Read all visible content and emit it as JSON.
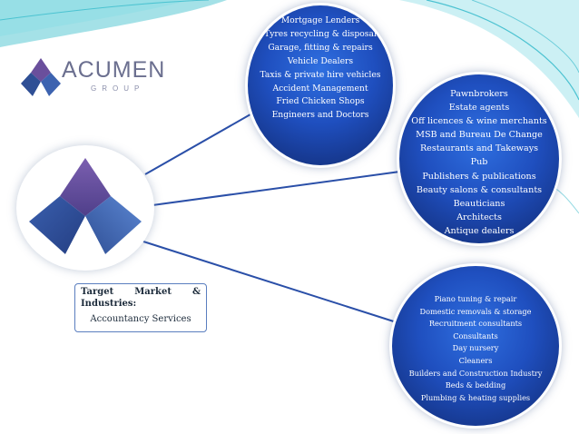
{
  "logo": {
    "name": "ACUMEN",
    "subtitle": "GROUP"
  },
  "colors": {
    "bubble": "#1f4fbf",
    "accent_teal": "#2bb6c8",
    "logo_blue": "#2f4f95",
    "logo_purple": "#6a4f9c",
    "connector": "#2a4fa8"
  },
  "bubbles": [
    {
      "items": [
        "Mortgage Lenders",
        "Tyres recycling & disposal",
        "Garage, fitting &  repairs",
        "Vehicle Dealers",
        "Taxis & private hire vehicles",
        "Accident Management",
        "Fried Chicken Shops",
        "Engineers and Doctors"
      ]
    },
    {
      "items": [
        "Pawnbrokers",
        "Estate agents",
        "Off licences & wine merchants",
        "MSB and Bureau De Change",
        "Restaurants and Takeways",
        "Pub",
        "Publishers & publications",
        "Beauty salons & consultants",
        "Beauticians",
        "Architects",
        "Antique dealers"
      ]
    },
    {
      "items": [
        "Piano tuning & repair",
        "Domestic removals & storage",
        "Recruitment consultants",
        "Consultants",
        "Day nursery",
        "Cleaners",
        "Builders and Construction Industry",
        "Beds & bedding",
        "Plumbing & heating supplies"
      ]
    }
  ],
  "target": {
    "word1": "Target",
    "word2": "Market",
    "word3": "&",
    "line2": "Industries:",
    "subtitle": "Accountancy Services"
  }
}
